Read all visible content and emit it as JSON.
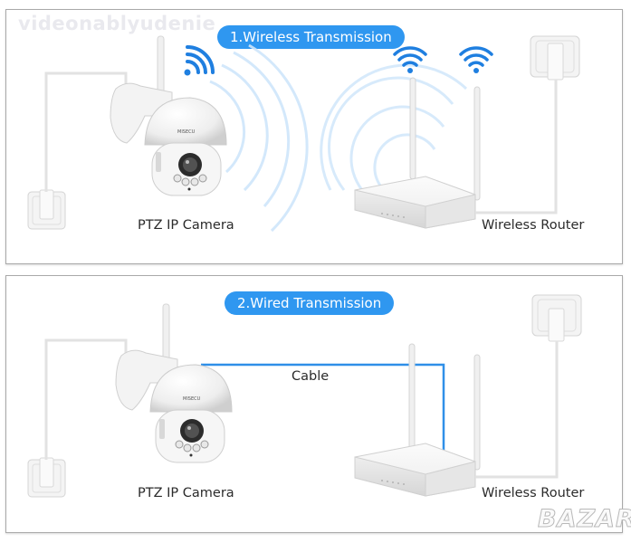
{
  "watermark_text": "videonablyudenie",
  "site_watermark": "BAZAR",
  "accent_color": "#2f97f0",
  "sections": [
    {
      "title": "1.Wireless Transmission",
      "camera_label": "PTZ IP Camera",
      "router_label": "Wireless Router",
      "camera_brand": "MISECU"
    },
    {
      "title": "2.Wired Transmission",
      "camera_label": "PTZ IP Camera",
      "router_label": "Wireless Router",
      "cable_label": "Cable",
      "camera_brand": "MISECU"
    }
  ]
}
